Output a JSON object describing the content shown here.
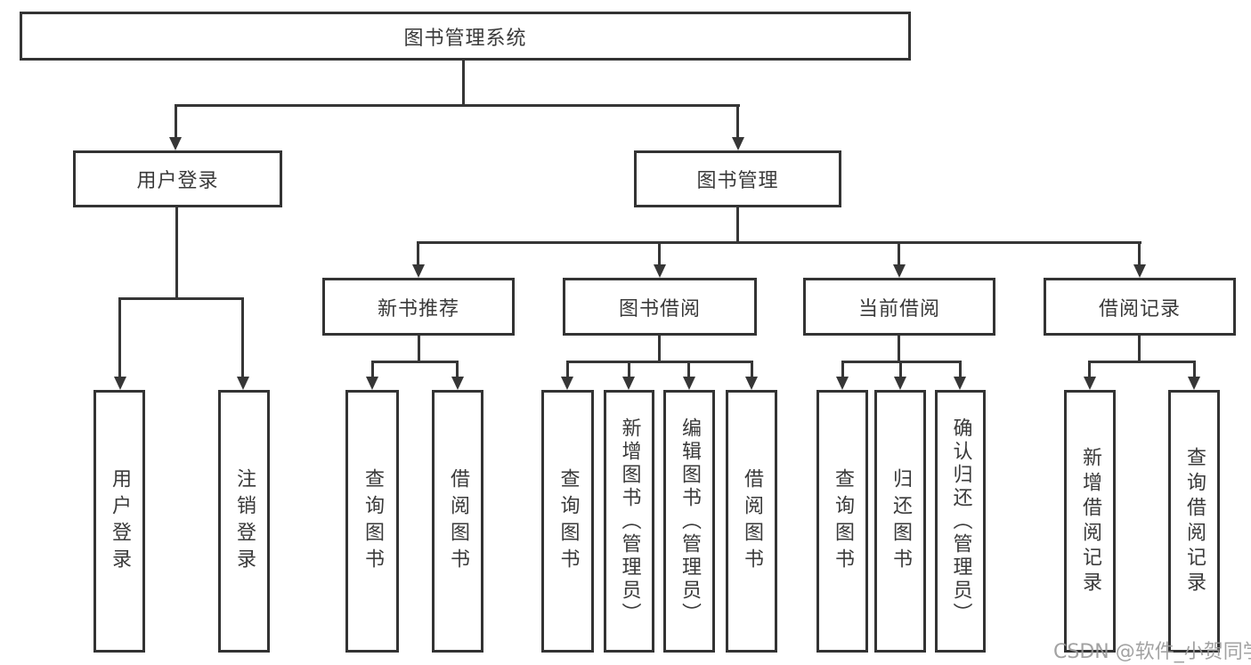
{
  "diagram": {
    "title_node": "图书管理系统",
    "level2": {
      "user_login": "用户登录",
      "book_management": "图书管理"
    },
    "level3": {
      "new_book_recommend": "新书推荐",
      "book_borrow": "图书借阅",
      "current_borrow": "当前借阅",
      "borrow_records": "借阅记录"
    },
    "leaves": {
      "user_login": "用户登录",
      "logout": "注销登录",
      "query_books_recommend": "查询图书",
      "borrow_books_recommend": "借阅图书",
      "query_books_borrow": "查询图书",
      "add_book_admin": "新增图书（管理员）",
      "edit_book_admin": "编辑图书（管理员）",
      "borrow_books": "借阅图书",
      "query_books_current": "查询图书",
      "return_book": "归还图书",
      "confirm_return_admin": "确认归还（管理员）",
      "add_borrow_record": "新增借阅记录",
      "query_borrow_record": "查询借阅记录"
    }
  },
  "watermark": "CSDN @软件_小贺同学",
  "colors": {
    "line": "#363636",
    "box_border": "#333333",
    "text": "#3a3a3a",
    "watermark": "#989898",
    "background": "#ffffff"
  }
}
